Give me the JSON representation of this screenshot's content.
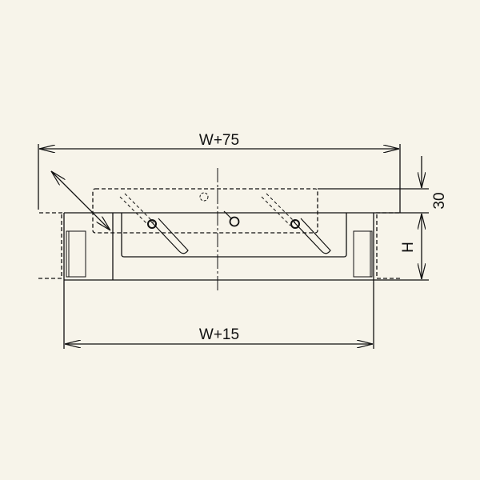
{
  "drawing": {
    "dimensions": {
      "top_width": "W+75",
      "bottom_width": "W+15",
      "flange_height": "30",
      "height": "H"
    },
    "colors": {
      "background": "#f7f4ea",
      "line": "#111111"
    }
  }
}
